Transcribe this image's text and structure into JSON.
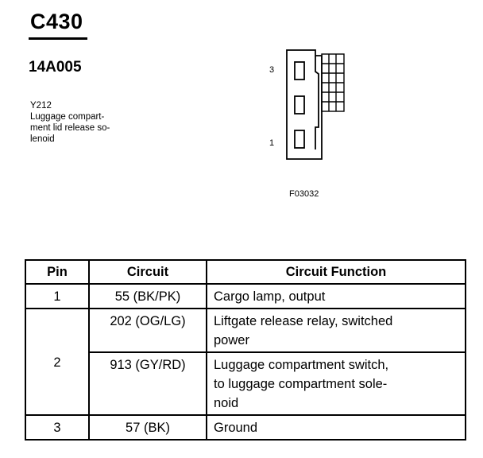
{
  "header": {
    "connector_id": "C430",
    "part_number": "14A005"
  },
  "description": {
    "lines": [
      "Y212",
      "Luggage compart-",
      "ment lid release so-",
      "lenoid"
    ]
  },
  "diagram": {
    "pin_top": "3",
    "pin_bottom": "1",
    "figure_id": "F03032"
  },
  "table": {
    "headers": {
      "pin": "Pin",
      "circuit": "Circuit",
      "function": "Circuit Function"
    },
    "rows": [
      {
        "pin": "1",
        "circuit": "55 (BK/PK)",
        "function_lines": [
          "Cargo lamp, output"
        ]
      },
      {
        "pin": "2",
        "circuit": "202 (OG/LG)",
        "function_lines": [
          "Liftgate release relay, switched",
          "power"
        ]
      },
      {
        "pin": "",
        "circuit": "913 (GY/RD)",
        "function_lines": [
          "Luggage compartment switch,",
          "to luggage compartment sole-",
          "noid"
        ]
      },
      {
        "pin": "3",
        "circuit": "57 (BK)",
        "function_lines": [
          "Ground"
        ]
      }
    ]
  }
}
